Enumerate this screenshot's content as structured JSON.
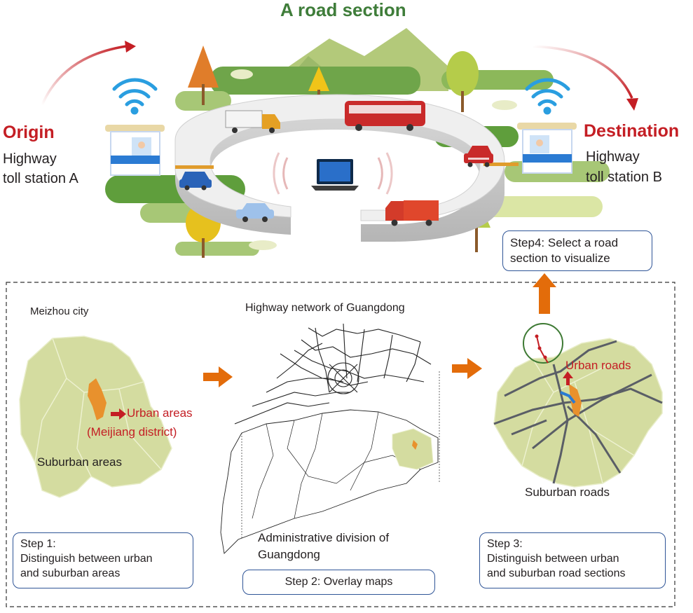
{
  "title": "A road section",
  "origin": {
    "heading": "Origin",
    "line1": "Highway",
    "line2": "toll station A"
  },
  "destination": {
    "heading": "Destination",
    "line1": "Highway",
    "line2": "toll station B"
  },
  "step4": {
    "line1": "Step4: Select a road",
    "line2": "section to visualize"
  },
  "panel1": {
    "city_label": "Meizhou city",
    "urban_label": "Urban areas",
    "district_label": "(Meijiang district)",
    "suburban_label": "Suburban areas"
  },
  "panel2": {
    "network_label": "Highway network of Guangdong",
    "admin_line1": "Administrative division of",
    "admin_line2": "Guangdong"
  },
  "panel3": {
    "urban_roads_label": "Urban roads",
    "suburban_roads_label": "Suburban roads"
  },
  "step1": {
    "line1": "Step 1:",
    "line2": "Distinguish between urban",
    "line3": "and suburban areas"
  },
  "step2": {
    "line1": "Step 2: Overlay maps"
  },
  "step3": {
    "line1": "Step 3:",
    "line2": "Distinguish between urban",
    "line3": "and suburban road sections"
  },
  "colors": {
    "title_green": "#3f7d3a",
    "accent_red": "#c41e24",
    "arrow_orange": "#e36c0a",
    "map_fill": "#d4dca0",
    "urban_orange": "#e8912d",
    "box_border": "#2f5597"
  },
  "icons": [
    "wifi-icon",
    "toll-booth-icon",
    "laptop-icon",
    "truck-icon",
    "bus-icon",
    "car-icon",
    "tree-icon",
    "mountain-icon"
  ]
}
